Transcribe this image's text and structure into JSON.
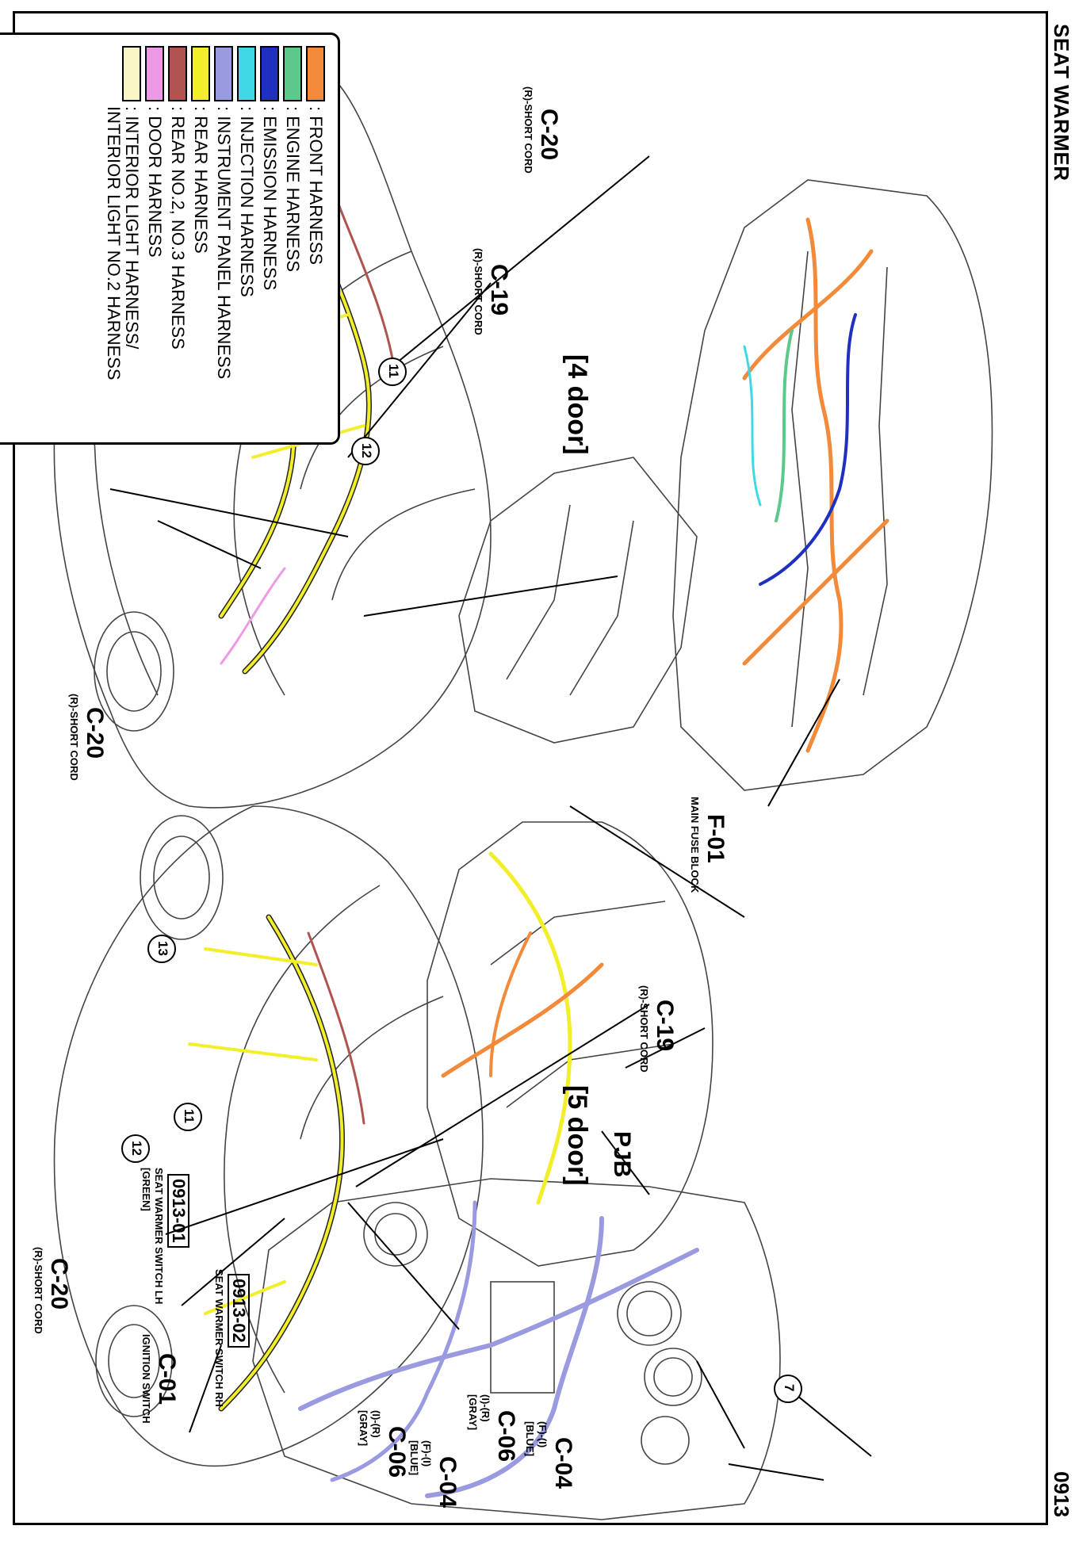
{
  "header": {
    "title": "SEAT WARMER",
    "page_code": "0913"
  },
  "views": {
    "four_door": "[4 door]",
    "five_door": "[5 door]"
  },
  "connectors": {
    "c20_4door_top": {
      "code": "C-20",
      "desc": "(R)-SHORT CORD"
    },
    "c19_4door": {
      "code": "C-19",
      "desc": "(R)-SHORT CORD"
    },
    "c20_4door_bottom": {
      "code": "C-20",
      "desc": "(R)-SHORT CORD"
    },
    "c19_5door": {
      "code": "C-19",
      "desc": "(R)-SHORT CORD"
    },
    "c20_5door": {
      "code": "C-20",
      "desc": "(R)-SHORT CORD"
    },
    "f01": {
      "code": "F-01",
      "desc": "MAIN FUSE BLOCK"
    },
    "pjb": {
      "code": "PJB"
    },
    "c04_mid": {
      "code": "C-04",
      "pins": "(F)-(I)",
      "color": "[BLUE]"
    },
    "c06_mid": {
      "code": "C-06",
      "pins": "(I)-(R)",
      "color": "[GRAY]"
    },
    "c01": {
      "code": "C-01",
      "desc": "IGNITION SWITCH"
    },
    "c06_right": {
      "code": "C-06",
      "pins": "(I)-(R)",
      "color": "[GRAY]"
    },
    "c04_right": {
      "code": "C-04",
      "pins": "(F)-(I)",
      "color": "[BLUE]"
    }
  },
  "ground_points": [
    "11",
    "12",
    "11",
    "12",
    "13",
    "7"
  ],
  "switches": {
    "lh": {
      "code": "0913-01",
      "desc": "SEAT WARMER SWITCH LH",
      "color": "[GREEN]"
    },
    "rh": {
      "code": "0913-02",
      "desc": "SEAT WARMER SWITCH RH"
    }
  },
  "legend": [
    {
      "label": ": FRONT HARNESS",
      "color": "#f28a3a"
    },
    {
      "label": ": ENGINE HARNESS",
      "color": "#5cc98a"
    },
    {
      "label": ": EMISSION HARNESS",
      "color": "#1f2fbf"
    },
    {
      "label": ": INJECTION HARNESS",
      "color": "#3fd9e6"
    },
    {
      "label": ": INSTRUMENT PANEL HARNESS",
      "color": "#9a9ae0"
    },
    {
      "label": ": REAR HARNESS",
      "color": "#f3ee2a"
    },
    {
      "label": ": REAR NO.2, NO.3 HARNESS",
      "color": "#b0544f"
    },
    {
      "label": ": DOOR HARNESS",
      "color": "#ee99e6"
    },
    {
      "label": ": INTERIOR LIGHT HARNESS/\nINTERIOR LIGHT NO.2 HARNESS",
      "color": "#fbf6c6"
    }
  ]
}
